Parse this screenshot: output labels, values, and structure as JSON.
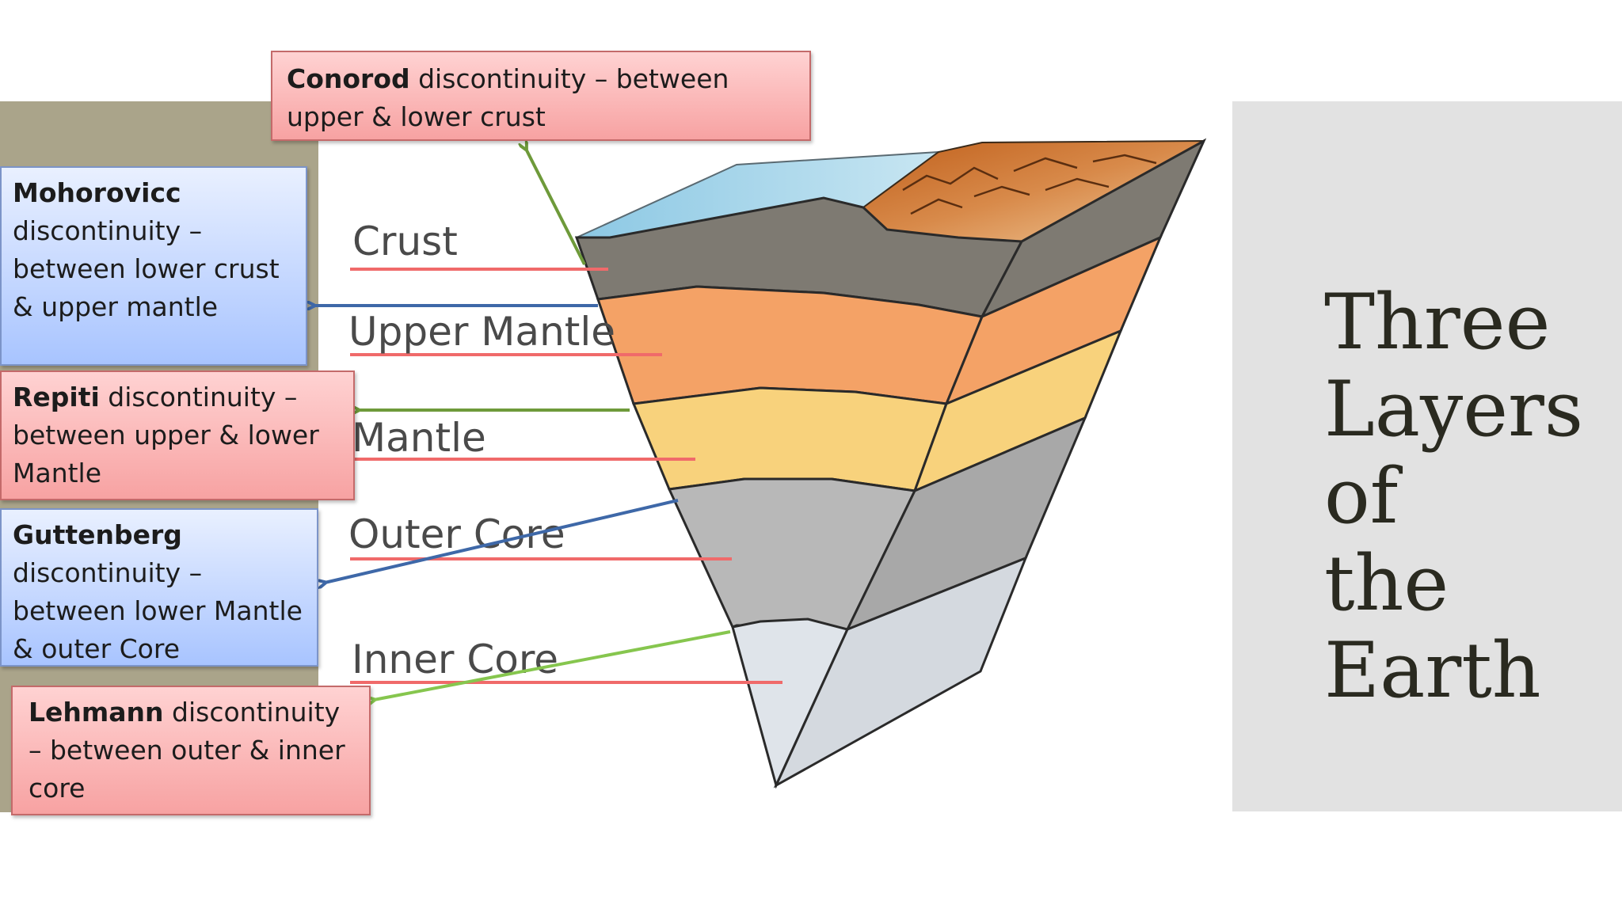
{
  "title": {
    "line1": "Three",
    "line2": "Layers",
    "line3": "of the",
    "line4": "Earth"
  },
  "layers": {
    "crust": "Crust",
    "upper_mantle": "Upper Mantle",
    "mantle": "Mantle",
    "outer_core": "Outer Core",
    "inner_core": "Inner Core"
  },
  "discontinuities": {
    "conorod": {
      "name": "Conorod",
      "desc": " discontinuity – between upper & lower crust"
    },
    "mohorovicic": {
      "name": "Mohorovicc",
      "desc": " discontinuity – between lower crust & upper mantle"
    },
    "repiti": {
      "name": "Repiti",
      "desc": " discontinuity – between upper & lower Mantle"
    },
    "guttenberg": {
      "name": "Guttenberg",
      "desc": " discontinuity – between lower Mantle & outer Core"
    },
    "lehmann": {
      "name": "Lehmann",
      "desc": " discontinuity – between outer & inner core"
    }
  },
  "colors": {
    "crust": "#7e7a72",
    "upper_mantle": "#f4a266",
    "mantle": "#f8d27c",
    "outer_core": "#b8b8b8",
    "inner_core": "#dfe4ea",
    "ocean": "#a8d4e8",
    "land": "#c87a3a",
    "arrow_green": "#6e9a3a",
    "arrow_blue": "#3e68a8",
    "arrow_light_green": "#86c64e",
    "guide_red": "#f06a6a"
  }
}
